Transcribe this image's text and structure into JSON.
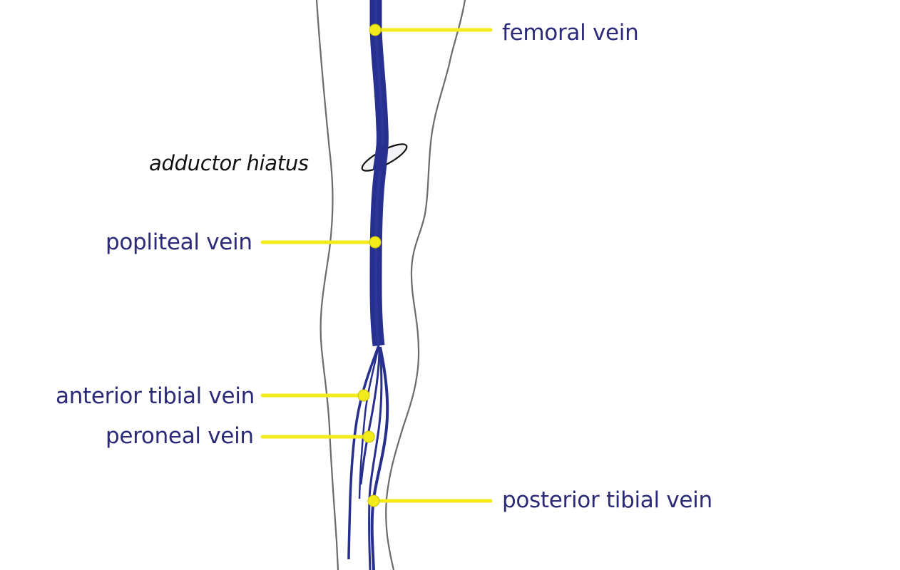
{
  "labels": {
    "femoral_vein": "femoral vein",
    "adductor_hiatus": "adductor hiatus",
    "popliteal_vein": "popliteal vein",
    "anterior_tibial_vein": "anterior tibial vein",
    "peroneal_vein": "peroneal vein",
    "posterior_tibial_vein": "posterior tibial vein"
  },
  "colors": {
    "vein": "#27308f",
    "leader_line": "#f2ea1a",
    "leg_outline": "#6b6b6b",
    "label_text": "#2b2a78",
    "italic_text": "#111111"
  }
}
